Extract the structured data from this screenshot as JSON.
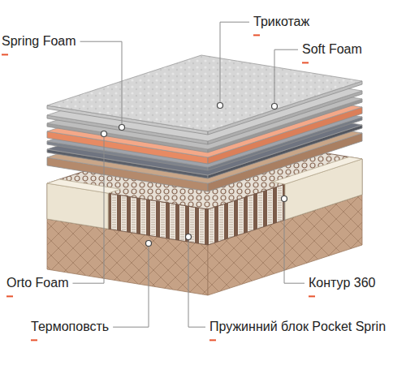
{
  "diagram": {
    "labels": [
      "Spring Foam",
      "Трикотаж",
      "Soft Foam",
      "Orto Foam",
      "Термоповсть",
      "Контур 360",
      "Пружинний блок Pocket Sprin"
    ]
  }
}
